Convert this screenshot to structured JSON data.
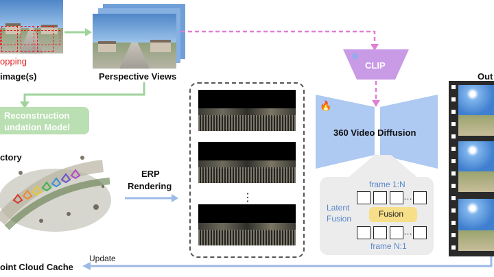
{
  "labels": {
    "input_images": "image(s)",
    "cropping": "opping",
    "perspective_views": "Perspective Views",
    "clip": "CLIP",
    "output": "Out",
    "reconstruction_line1": "Reconstruction",
    "reconstruction_line2": "undation Model",
    "trajectory": "ctory",
    "erp_line1": "ERP",
    "erp_line2": "Rendering",
    "ellipsis_vertical": "⋮",
    "video_diffusion": "360 Video Diffusion",
    "frame_top": "frame 1:N",
    "frame_bottom": "frame N:1",
    "latent_line1": "Latent",
    "latent_line2": "Fusion",
    "fusion": "Fusion",
    "ellipsis": "…",
    "update": "Update",
    "point_cloud_cache": "oint Cloud Cache"
  },
  "icons": {
    "snowflake": "❄",
    "fire": "🔥"
  },
  "colors": {
    "clip_fill": "#c99ae6",
    "pink_dashed": "#e07fd3",
    "green_arrow": "#9fd39b",
    "reco_box": "#b9dfb2",
    "reco_text": "#ffffff",
    "diffusion_fill": "#aec9f2",
    "latent_panel": "#ececec",
    "fusion_pill": "#f7df8a",
    "frame_text": "#5a86c9",
    "update_arrow": "#9cb9e8",
    "crop_red": "#e02020"
  }
}
